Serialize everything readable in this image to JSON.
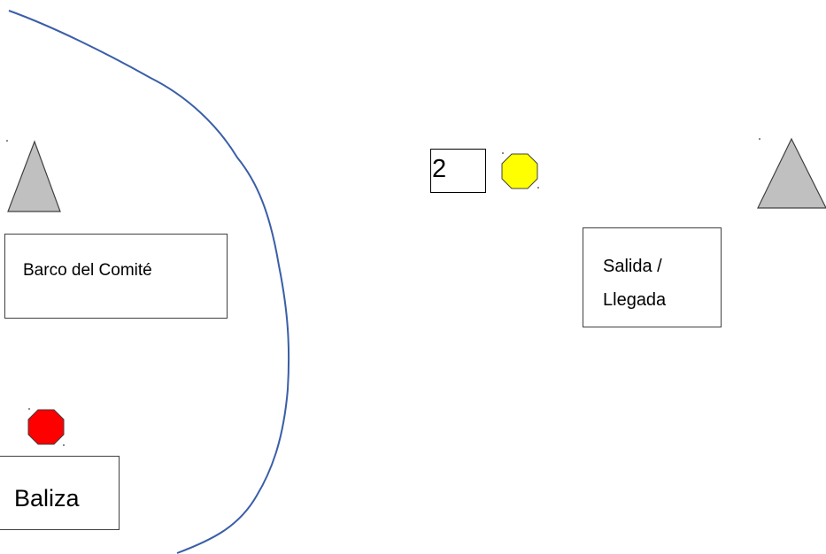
{
  "labels": {
    "committee_boat": "Barco del Comité",
    "start_finish_line1": "Salida /",
    "start_finish_line2": "Llegada",
    "buoy": "Baliza",
    "mark_number": "2"
  },
  "colors": {
    "shoreline": "#3a5ea8",
    "triangle_fill": "#c0c0c0",
    "triangle_stroke": "#404040",
    "red_buoy": "#ff0000",
    "yellow_buoy": "#ffff00"
  },
  "icons": {
    "left_triangle": "triangle-marker-icon",
    "right_triangle": "triangle-marker-icon",
    "red_buoy": "octagon-buoy-icon",
    "yellow_buoy": "octagon-buoy-icon"
  }
}
